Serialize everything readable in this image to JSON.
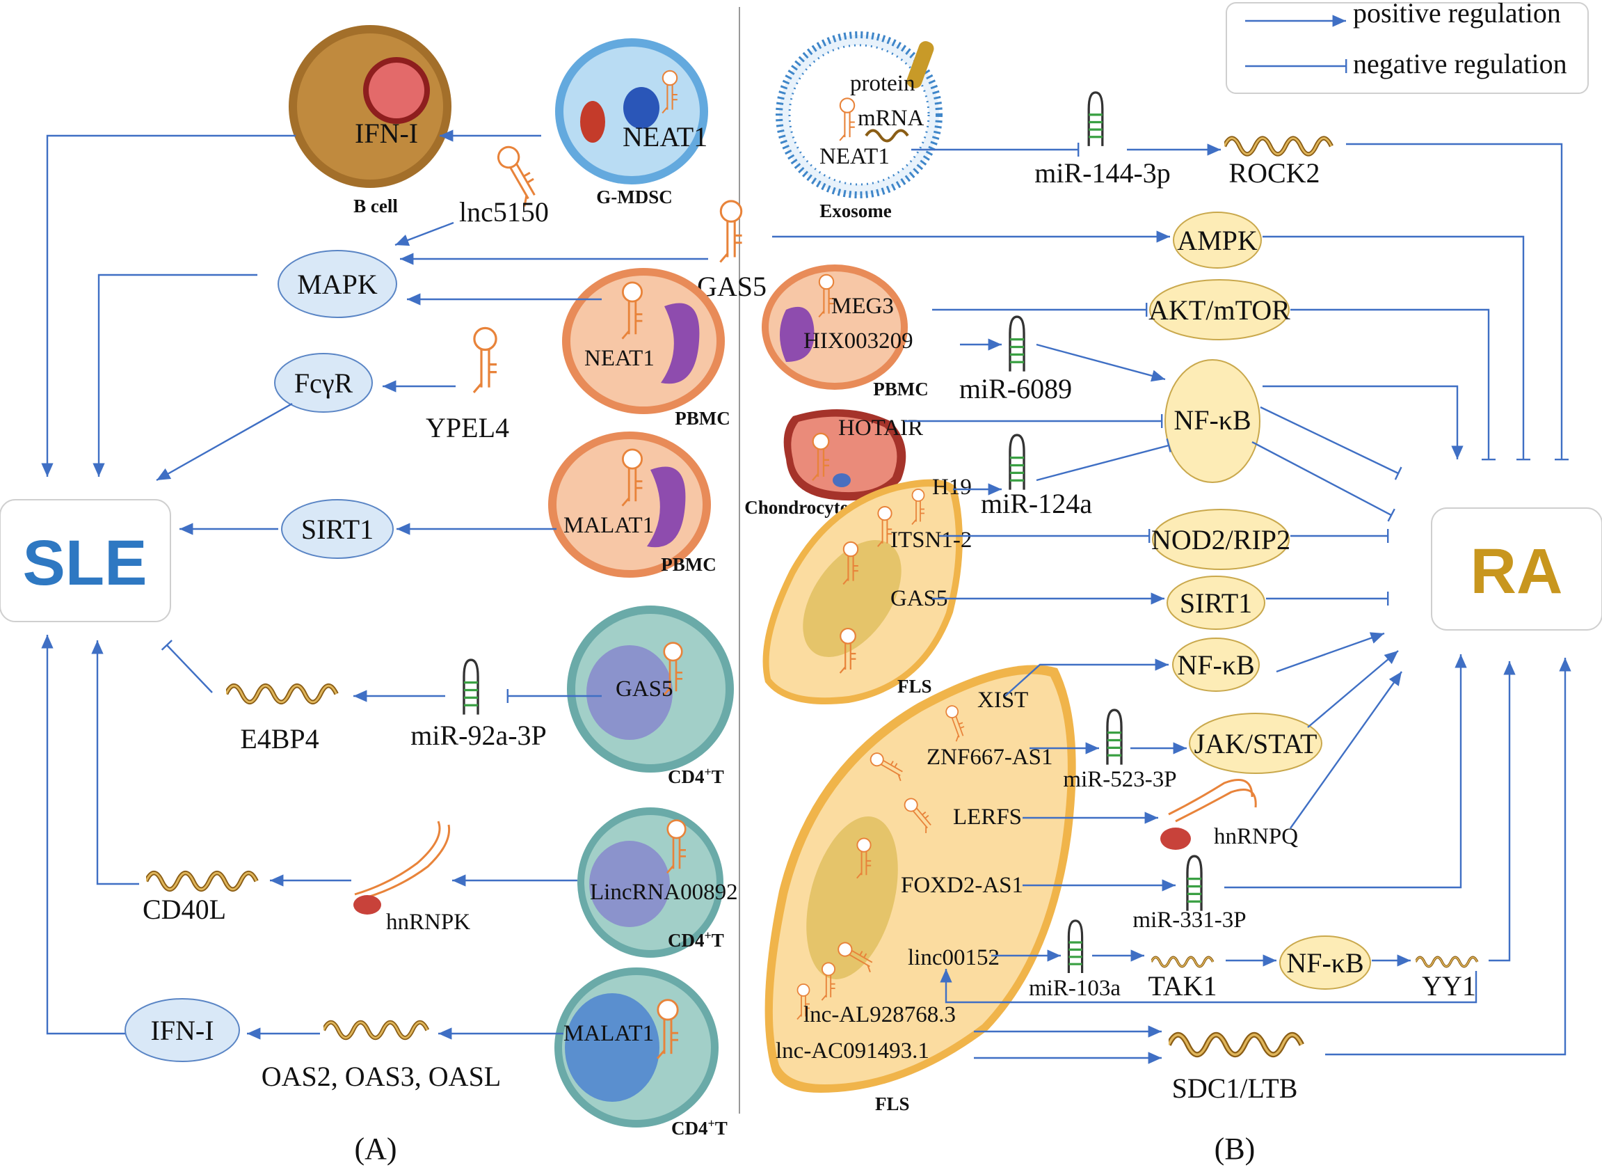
{
  "legend": {
    "positive": "positive regulation",
    "negative": "negative regulation"
  },
  "panels": {
    "a": "(A)",
    "b": "(B)"
  },
  "diseases": {
    "sle": "SLE",
    "ra": "RA",
    "sle_color": "#2e78c2",
    "ra_color": "#c8961e"
  },
  "left": {
    "ifn_top": "IFN-I",
    "bcell": "B cell",
    "neat1_gmdsc": "NEAT1",
    "gmdsc": "G-MDSC",
    "lnc5150": "lnc5150",
    "mapk": "MAPK",
    "gas5_mid": "GAS5",
    "neat1_pbmc": "NEAT1",
    "pbmc1": "PBMC",
    "fcgr": "FcγR",
    "ypel4": "YPEL4",
    "sirt1": "SIRT1",
    "malat1_pbmc": "MALAT1",
    "pbmc2": "PBMC",
    "e4bp4": "E4BP4",
    "mir92": "miR-92a-3P",
    "gas5_cd4": "GAS5",
    "cd4_1": "CD4",
    "cd40l": "CD40L",
    "hnrnpk": "hnRNPK",
    "linc892": "LincRNA00892",
    "cd4_2": "CD4",
    "ifn_bottom": "IFN-I",
    "oas": "OAS2, OAS3, OASL",
    "malat1_cd4": "MALAT1",
    "cd4_3": "CD4",
    "cd4_sup": "+",
    "cd4_t": "T"
  },
  "right": {
    "protein": "protein",
    "mrna": "mRNA",
    "neat1_exo": "NEAT1",
    "exosome": "Exosome",
    "mir144": "miR-144-3p",
    "rock2": "ROCK2",
    "ampk": "AMPK",
    "meg3": "MEG3",
    "hix": "HIX003209",
    "pbmc": "PBMC",
    "akt": "AKT/mTOR",
    "mir6089": "miR-6089",
    "nfkb1": "NF-κB",
    "hotair": "HOTAIR",
    "chondro": "Chondrocyte",
    "h19": "H19",
    "mir124": "miR-124a",
    "itsn": "ITSN1-2",
    "nod2": "NOD2/RIP2",
    "gas5_fls": "GAS5",
    "sirt1": "SIRT1",
    "fls1": "FLS",
    "nfkb2": "NF-κB",
    "xist": "XIST",
    "znf": "ZNF667-AS1",
    "mir523": "miR-523-3P",
    "jak": "JAK/STAT",
    "lerfs": "LERFS",
    "hnrnpq": "hnRNPQ",
    "foxd2": "FOXD2-AS1",
    "mir331": "miR-331-3P",
    "linc152": "linc00152",
    "mir103": "miR-103a",
    "tak1": "TAK1",
    "nfkb3": "NF-κB",
    "yy1": "YY1",
    "al928": "lnc-AL928768.3",
    "ac091": "lnc-AC091493.1",
    "sdc1": "SDC1/LTB",
    "fls2": "FLS"
  }
}
